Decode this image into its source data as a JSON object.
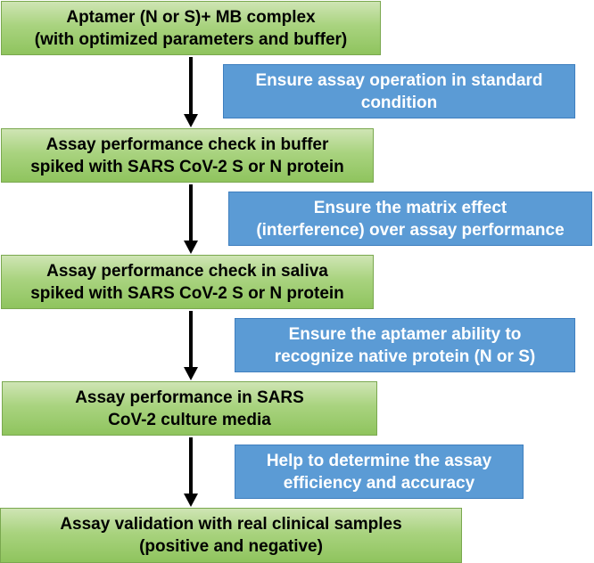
{
  "steps": [
    {
      "text": "Aptamer (N or S)+ MB complex\n(with optimized parameters and buffer)"
    },
    {
      "text": "Assay performance check  in buffer\nspiked with  SARS CoV-2 S or N protein"
    },
    {
      "text": "Assay performance check  in saliva\nspiked with  SARS CoV-2 S or N protein"
    },
    {
      "text": "Assay performance in SARS\nCoV-2 culture media"
    },
    {
      "text": "Assay validation with real clinical samples\n(positive and negative)"
    }
  ],
  "notes": [
    {
      "text": "Ensure  assay operation in standard\ncondition"
    },
    {
      "text": "Ensure the matrix effect\n(interference) over assay performance"
    },
    {
      "text": "Ensure the aptamer ability to\nrecognize native protein (N or S)"
    },
    {
      "text": "Help to determine the assay\nefficiency and accuracy"
    }
  ],
  "colors": {
    "step_fill": "#a9d37f",
    "note_fill": "#5b9bd5",
    "arrow": "#000000"
  }
}
